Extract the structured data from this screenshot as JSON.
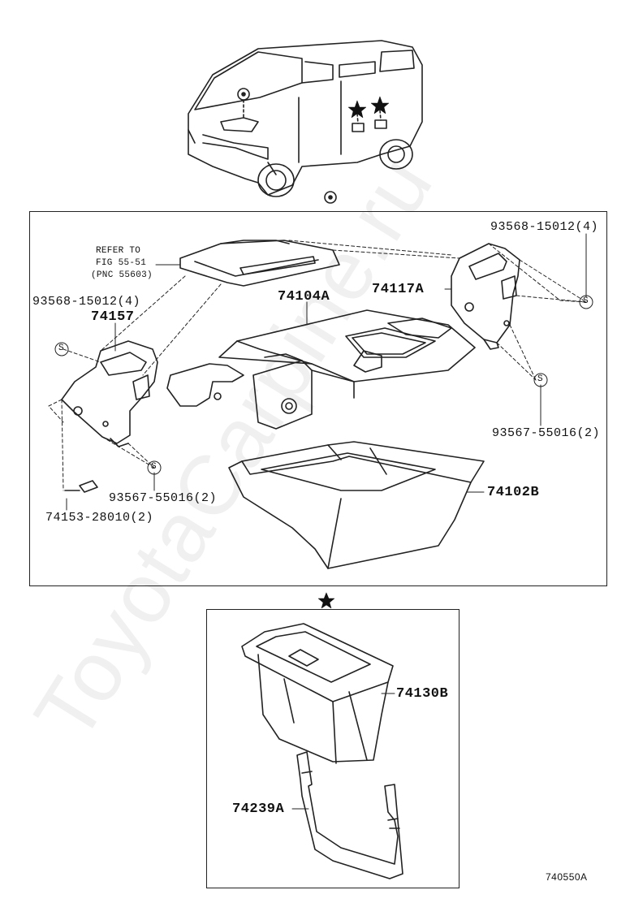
{
  "watermark": "ToyotaCarpine.ru",
  "figure_code": "740550A",
  "refer_note": {
    "line1": "REFER TO",
    "line2": "FIG 55-51",
    "line3": "(PNC 55603)"
  },
  "parts": {
    "clip_upper_right": "93568-15012(4)",
    "clip_upper_left": "93568-15012(4)",
    "bracket_left": "74157",
    "bracket_right": "74117A",
    "main_panel": "74104A",
    "screw_right": "93567-55016(2)",
    "screw_left": "93567-55016(2)",
    "pin_left": "74153-28010(2)",
    "tray": "74102B",
    "box": "74130B",
    "strap": "74239A"
  },
  "symbols": {
    "s_mark": "S"
  }
}
